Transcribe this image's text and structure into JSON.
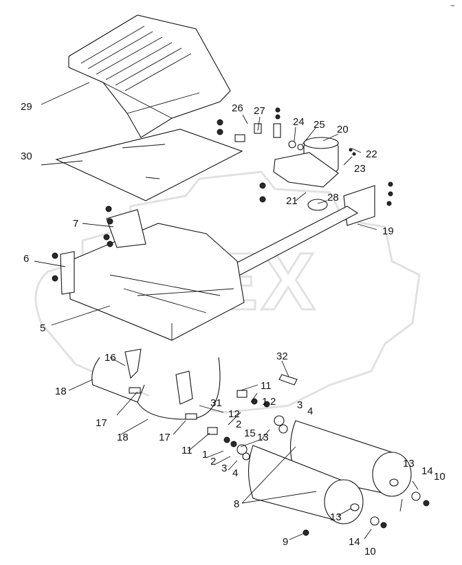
{
  "watermark": "OREX",
  "corner_mark": "~",
  "callouts": [
    {
      "id": "c29",
      "text": "29"
    },
    {
      "id": "c30",
      "text": "30"
    },
    {
      "id": "c26",
      "text": "26"
    },
    {
      "id": "c27",
      "text": "27"
    },
    {
      "id": "c24",
      "text": "24"
    },
    {
      "id": "c25",
      "text": "25"
    },
    {
      "id": "c20",
      "text": "20"
    },
    {
      "id": "c22",
      "text": "22"
    },
    {
      "id": "c23",
      "text": "23"
    },
    {
      "id": "c21",
      "text": "21"
    },
    {
      "id": "c28",
      "text": "28"
    },
    {
      "id": "c19",
      "text": "19"
    },
    {
      "id": "c7",
      "text": "7"
    },
    {
      "id": "c6",
      "text": "6"
    },
    {
      "id": "c5",
      "text": "5"
    },
    {
      "id": "c32",
      "text": "32"
    },
    {
      "id": "c16",
      "text": "16"
    },
    {
      "id": "c18a",
      "text": "18"
    },
    {
      "id": "c17a",
      "text": "17"
    },
    {
      "id": "c18b",
      "text": "18"
    },
    {
      "id": "c17b",
      "text": "17"
    },
    {
      "id": "c11a",
      "text": "11"
    },
    {
      "id": "c1a",
      "text": "1"
    },
    {
      "id": "c2a",
      "text": "2"
    },
    {
      "id": "c3a",
      "text": "3"
    },
    {
      "id": "c4a",
      "text": "4"
    },
    {
      "id": "c31",
      "text": "31"
    },
    {
      "id": "c12",
      "text": "12"
    },
    {
      "id": "c2b",
      "text": "2"
    },
    {
      "id": "c15",
      "text": "15"
    },
    {
      "id": "c13a",
      "text": "13"
    },
    {
      "id": "c11b",
      "text": "11"
    },
    {
      "id": "c1b",
      "text": "1"
    },
    {
      "id": "c2c",
      "text": "2"
    },
    {
      "id": "c3b",
      "text": "3"
    },
    {
      "id": "c4b",
      "text": "4"
    },
    {
      "id": "c8",
      "text": "8"
    },
    {
      "id": "c9",
      "text": "9"
    },
    {
      "id": "c13b",
      "text": "13"
    },
    {
      "id": "c14a",
      "text": "14"
    },
    {
      "id": "c10a",
      "text": "10"
    },
    {
      "id": "c13c",
      "text": "13"
    },
    {
      "id": "c14b",
      "text": "14"
    },
    {
      "id": "c10b",
      "text": "10"
    }
  ]
}
